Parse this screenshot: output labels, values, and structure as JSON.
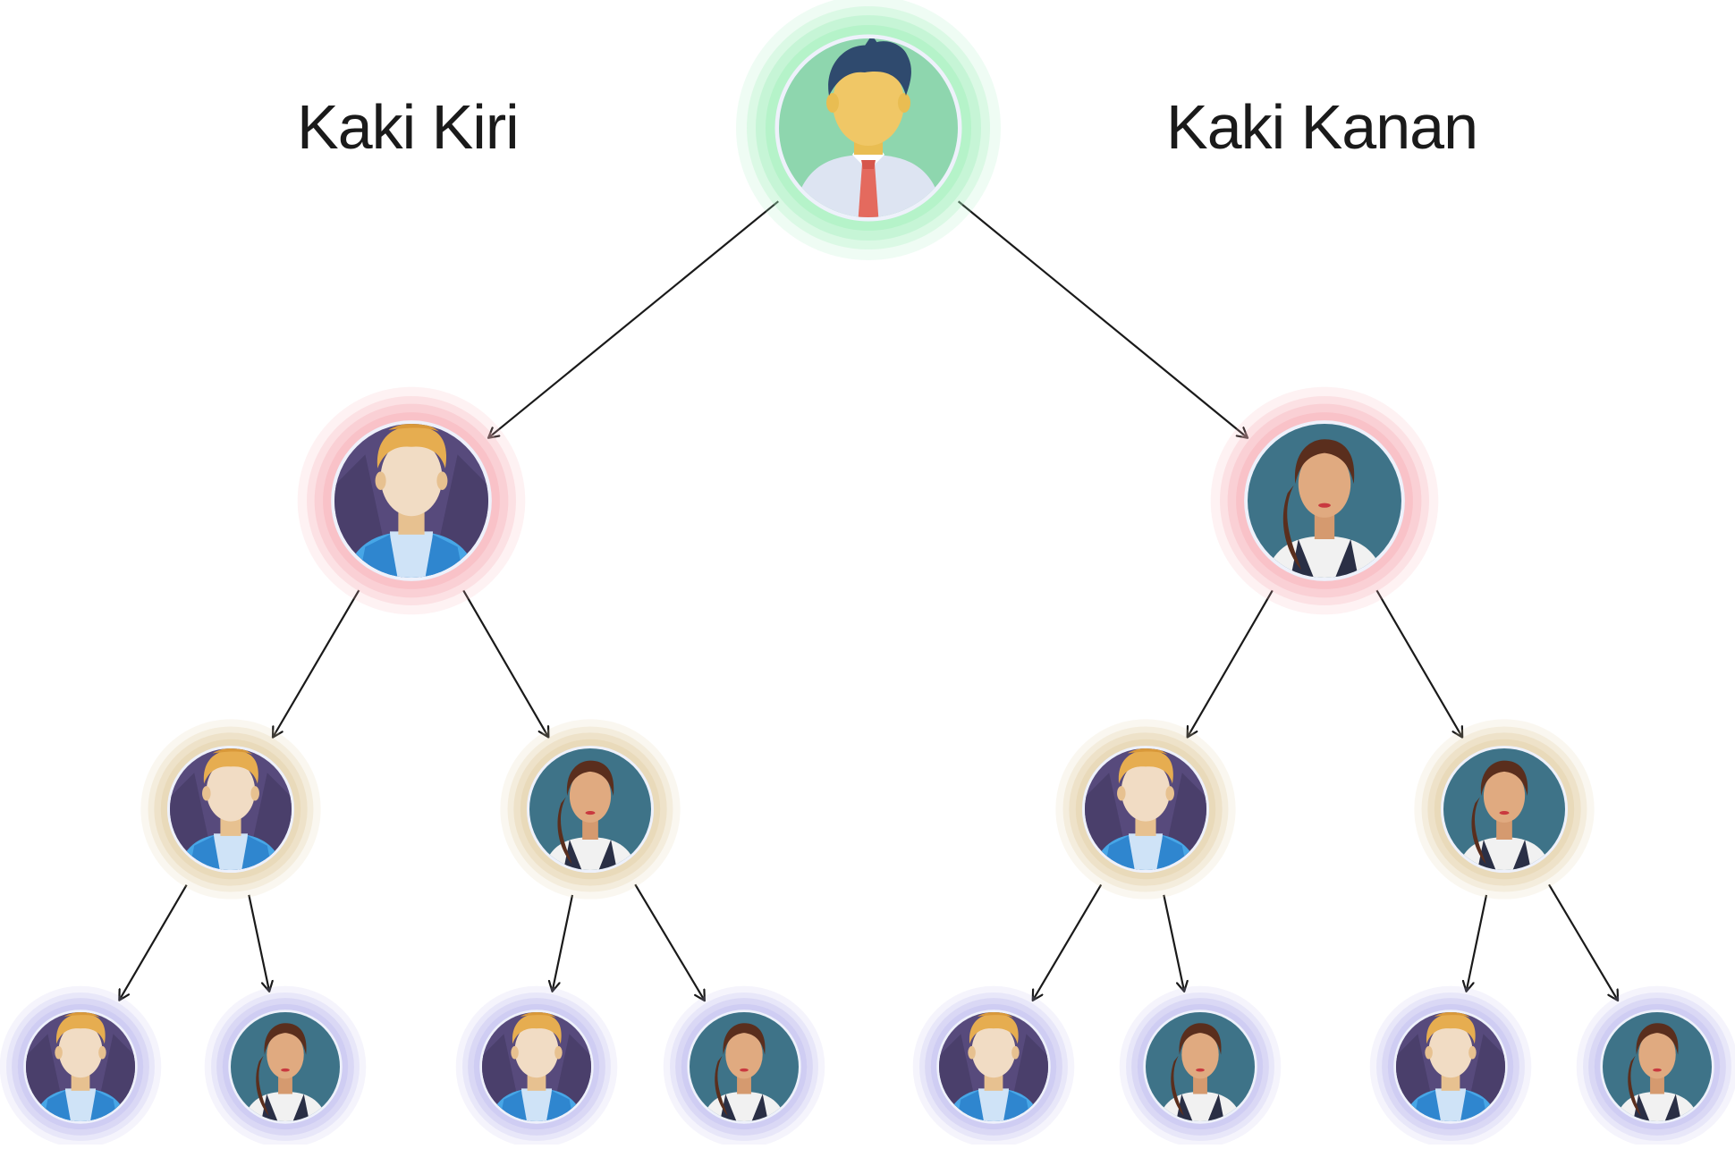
{
  "diagram": {
    "type": "binary-tree",
    "left_label": "Kaki Kiri",
    "right_label": "Kaki Kanan",
    "ring_colors": {
      "root": "#a8f0c0",
      "level1": "#f7b7bd",
      "level2": "#e6d3ad",
      "level3": "#c6c4f0"
    },
    "avatars": {
      "root": "man-tie",
      "male": "man-blond",
      "female": "woman-ponytail"
    },
    "tree": {
      "avatar": "man-tie",
      "children": [
        {
          "avatar": "man-blond",
          "children": [
            {
              "avatar": "man-blond",
              "children": [
                {
                  "avatar": "man-blond"
                },
                {
                  "avatar": "woman-ponytail"
                }
              ]
            },
            {
              "avatar": "woman-ponytail",
              "children": [
                {
                  "avatar": "man-blond"
                },
                {
                  "avatar": "woman-ponytail"
                }
              ]
            }
          ]
        },
        {
          "avatar": "woman-ponytail",
          "children": [
            {
              "avatar": "man-blond",
              "children": [
                {
                  "avatar": "man-blond"
                },
                {
                  "avatar": "woman-ponytail"
                }
              ]
            },
            {
              "avatar": "woman-ponytail",
              "children": [
                {
                  "avatar": "man-blond"
                },
                {
                  "avatar": "woman-ponytail"
                }
              ]
            }
          ]
        }
      ]
    }
  }
}
